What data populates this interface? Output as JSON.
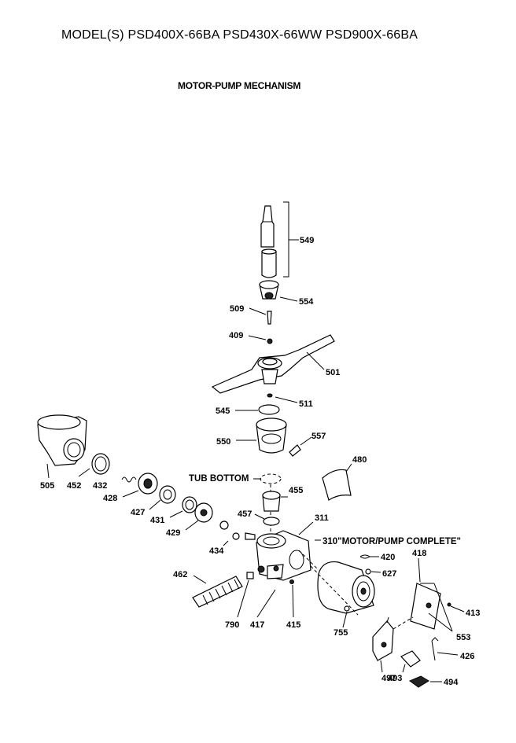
{
  "header": {
    "model_line": "MODEL(S) PSD400X-66BA  PSD430X-66WW  PSD900X-66BA",
    "subtitle": "MOTOR-PUMP MECHANISM"
  },
  "labels": {
    "p549": "549",
    "p554": "554",
    "p509": "509",
    "p409": "409",
    "p501": "501",
    "p511": "511",
    "p545": "545",
    "p550": "550",
    "p557": "557",
    "p480": "480",
    "tub_bottom": "TUB BOTTOM",
    "p455": "455",
    "p505": "505",
    "p452": "452",
    "p432": "432",
    "p428": "428",
    "p427": "427",
    "p431": "431",
    "p429": "429",
    "p457": "457",
    "p311": "311",
    "p310": "310\"MOTOR/PUMP COMPLETE\"",
    "p434": "434",
    "p420": "420",
    "p627": "627",
    "p418": "418",
    "p462": "462",
    "p413": "413",
    "p790": "790",
    "p417": "417",
    "p415": "415",
    "p755": "755",
    "p553": "553",
    "p426": "426",
    "p497": "497",
    "p493": "493",
    "p494": "494"
  }
}
